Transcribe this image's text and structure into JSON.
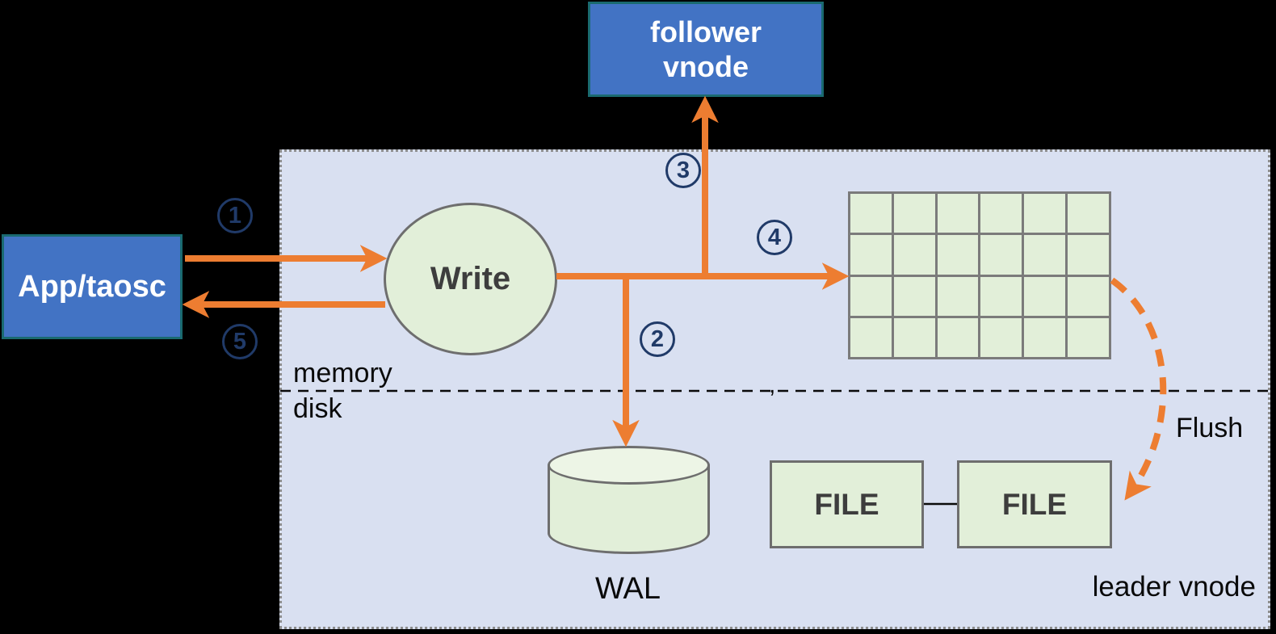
{
  "colors": {
    "arrow_orange": "#ED7D31",
    "step_navy": "#203A68",
    "blue_fill": "#4273C4",
    "blue_border": "#1A6A70",
    "panel_fill": "#D9E0F1",
    "panel_border": "#8C8C8C",
    "green_fill": "#E2EFD9",
    "green_light": "#EDF5E6",
    "shape_border": "#6E6E6E",
    "grid_line": "#7B7B7B",
    "text_dark": "#3D3D3D",
    "text_black": "#0A0A0A",
    "bg_black": "#000000"
  },
  "nodes": {
    "follower_vnode": {
      "lines": [
        "follower",
        "vnode"
      ]
    },
    "app_taosc": {
      "label": "App/taosc"
    },
    "write": {
      "label": "Write"
    },
    "wal": {
      "label": "WAL"
    },
    "files": [
      {
        "label": "FILE"
      },
      {
        "label": "FILE"
      }
    ],
    "leader_vnode_label": "leader vnode"
  },
  "labels": {
    "memory": "memory",
    "disk": "disk",
    "flush": "Flush",
    "stray_mark": ","
  },
  "steps": [
    "1",
    "2",
    "3",
    "4",
    "5"
  ],
  "memtable": {
    "rows": 4,
    "cols": 6
  }
}
